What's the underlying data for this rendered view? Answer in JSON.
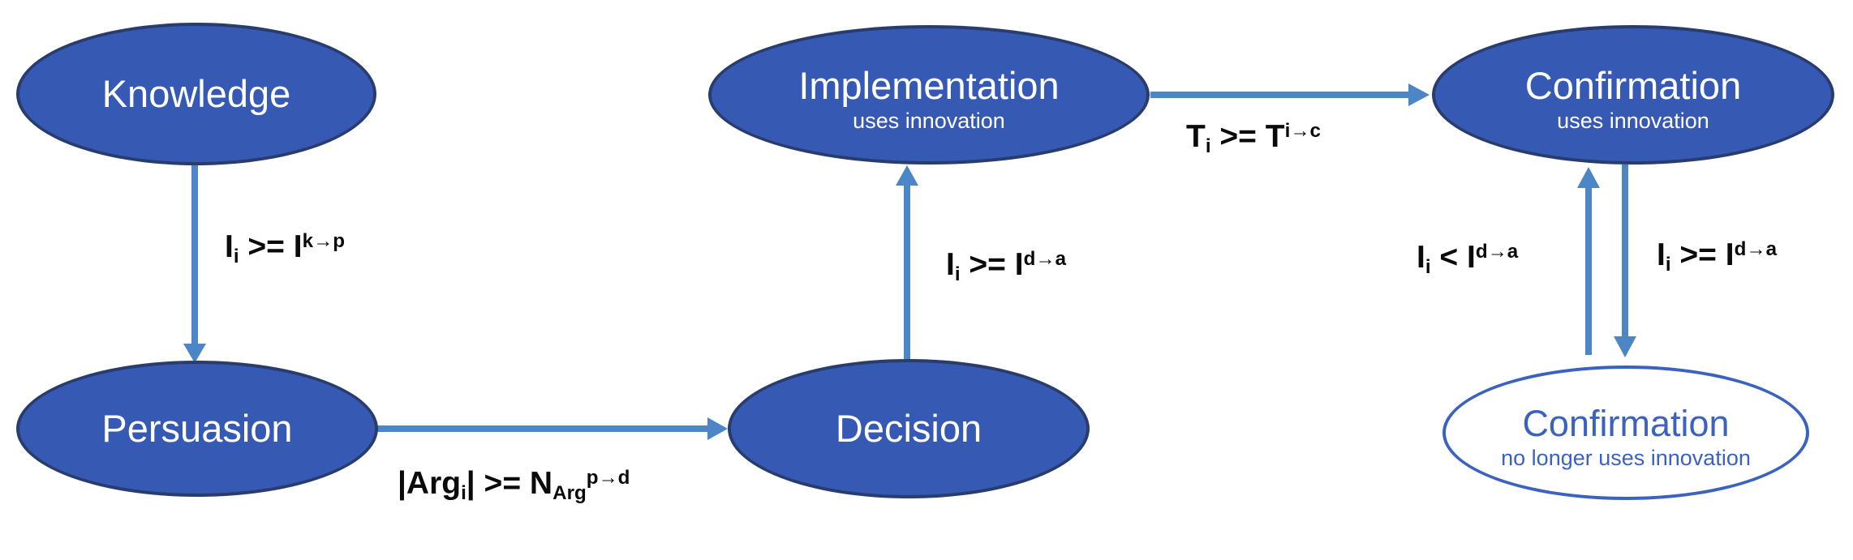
{
  "diagram": {
    "background": "#ffffff",
    "colors": {
      "node_fill": "#3659B3",
      "node_border": "#283C6E",
      "node_text": "#FFFFFF",
      "arrow": "#4D86C6",
      "outlined_node_color": "#3B62BE",
      "condition_text": "#0A0A0A"
    },
    "nodes": [
      {
        "title": "Knowledge"
      },
      {
        "title": "Persuasion"
      },
      {
        "title": "Decision"
      },
      {
        "title": "Implementation",
        "subtitle": "uses innovation"
      },
      {
        "title": "Confirmation",
        "subtitle": "uses innovation"
      },
      {
        "title": "Confirmation",
        "subtitle": "no longer uses innovation"
      }
    ],
    "conditions": [
      {
        "name": "knowledge-to-persuasion",
        "parts": [
          {
            "t": "I"
          },
          {
            "t": "i",
            "s": "sub"
          },
          {
            "t": " >= "
          },
          {
            "t": "I"
          },
          {
            "t": "k→p",
            "s": "sup"
          }
        ]
      },
      {
        "name": "persuasion-to-decision",
        "parts": [
          {
            "t": "|Arg"
          },
          {
            "t": "i",
            "s": "sub"
          },
          {
            "t": "| >= N"
          },
          {
            "t": "Arg",
            "s": "sub"
          },
          {
            "t": "p→d",
            "s": "sup"
          }
        ]
      },
      {
        "name": "decision-to-implementation",
        "parts": [
          {
            "t": "I"
          },
          {
            "t": "i",
            "s": "sub"
          },
          {
            "t": " >= "
          },
          {
            "t": "I"
          },
          {
            "t": "d→a",
            "s": "sup"
          }
        ]
      },
      {
        "name": "implementation-to-confirmation",
        "parts": [
          {
            "t": "T"
          },
          {
            "t": "i",
            "s": "sub"
          },
          {
            "t": " >= "
          },
          {
            "t": "T"
          },
          {
            "t": "i→c",
            "s": "sup"
          }
        ]
      },
      {
        "name": "inactive-to-active-confirmation",
        "parts": [
          {
            "t": "I"
          },
          {
            "t": "i",
            "s": "sub"
          },
          {
            "t": " < "
          },
          {
            "t": "I"
          },
          {
            "t": "d→a",
            "s": "sup"
          }
        ]
      },
      {
        "name": "active-to-inactive-confirmation",
        "parts": [
          {
            "t": "I"
          },
          {
            "t": "i",
            "s": "sub"
          },
          {
            "t": " >= "
          },
          {
            "t": "I"
          },
          {
            "t": "d→a",
            "s": "sup"
          }
        ]
      }
    ]
  }
}
